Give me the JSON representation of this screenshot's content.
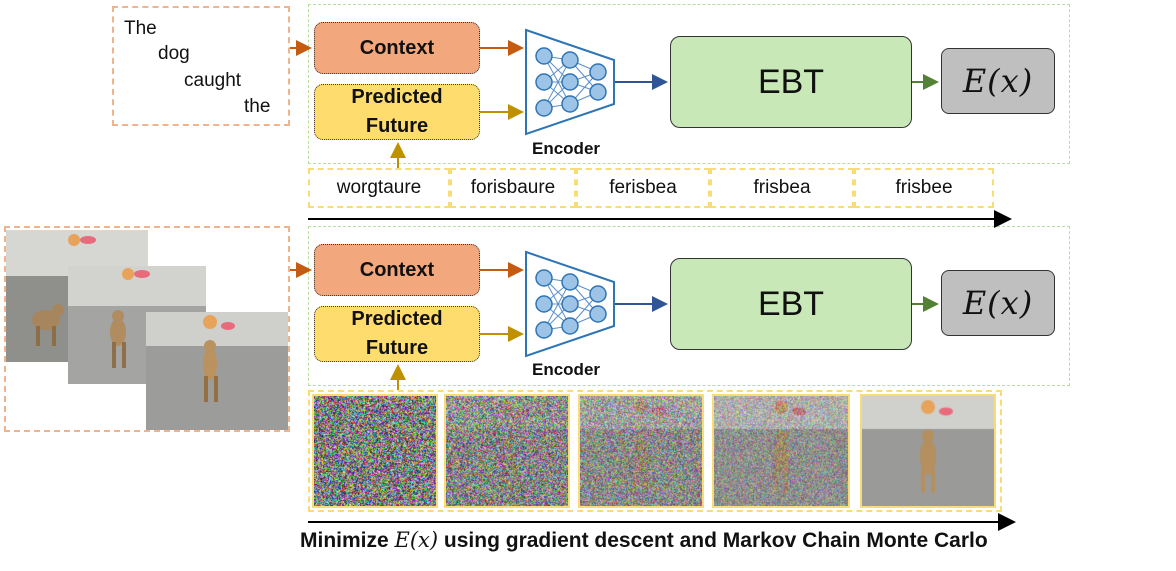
{
  "text_context": {
    "words": [
      "The",
      "dog",
      "caught",
      "the"
    ]
  },
  "row_top": {
    "context_label": "Context",
    "predicted_line1": "Predicted",
    "predicted_line2": "Future",
    "encoder_label": "Encoder",
    "ebt_label": "EBT",
    "energy_label": "E(x)",
    "candidates": [
      "worgtaure",
      "forisbaure",
      "ferisbea",
      "frisbea",
      "frisbee"
    ]
  },
  "row_bottom": {
    "context_label": "Context",
    "predicted_line1": "Predicted",
    "predicted_line2": "Future",
    "encoder_label": "Encoder",
    "ebt_label": "EBT",
    "energy_label": "E(x)",
    "denoise_steps": [
      1.0,
      0.78,
      0.6,
      0.42,
      0.0
    ]
  },
  "caption": {
    "prefix": "Minimize ",
    "math": "E(x)",
    "suffix": " using gradient descent and Markov Chain Monte Carlo"
  },
  "colors": {
    "context_fill": "#f3a77d",
    "predicted_fill": "#fedc6d",
    "ebt_fill": "#c9e8b8",
    "energy_fill": "#bfbfbf",
    "encoder_stroke": "#2e75b6",
    "orange_arrow": "#c55a11",
    "yellow_arrow": "#bf9000",
    "blue_arrow": "#2f5597",
    "green_arrow": "#548235"
  },
  "icons": [
    "neural-network-encoder-icon",
    "arrow-icon"
  ]
}
